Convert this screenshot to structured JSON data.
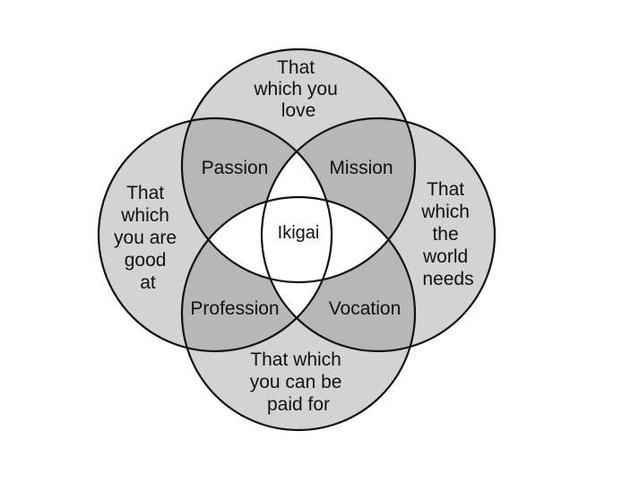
{
  "diagram": {
    "colors": {
      "outer_region": "#d3d3d3",
      "pair_overlap": "#b7b7b7",
      "center_region": "#ffffff",
      "outline": "#111111",
      "text": "#111111"
    },
    "circles": {
      "love": {
        "lines": [
          "That",
          "which you",
          "love"
        ]
      },
      "good": {
        "lines": [
          "That",
          "which",
          "you are",
          "good",
          "at"
        ]
      },
      "needs": {
        "lines": [
          "That",
          "which",
          "the",
          "world",
          "needs"
        ]
      },
      "paid": {
        "lines": [
          "That which",
          "you can be",
          "paid for"
        ]
      }
    },
    "overlaps": {
      "passion": "Passion",
      "mission": "Mission",
      "profession": "Profession",
      "vocation": "Vocation"
    },
    "center": "Ikigai"
  }
}
